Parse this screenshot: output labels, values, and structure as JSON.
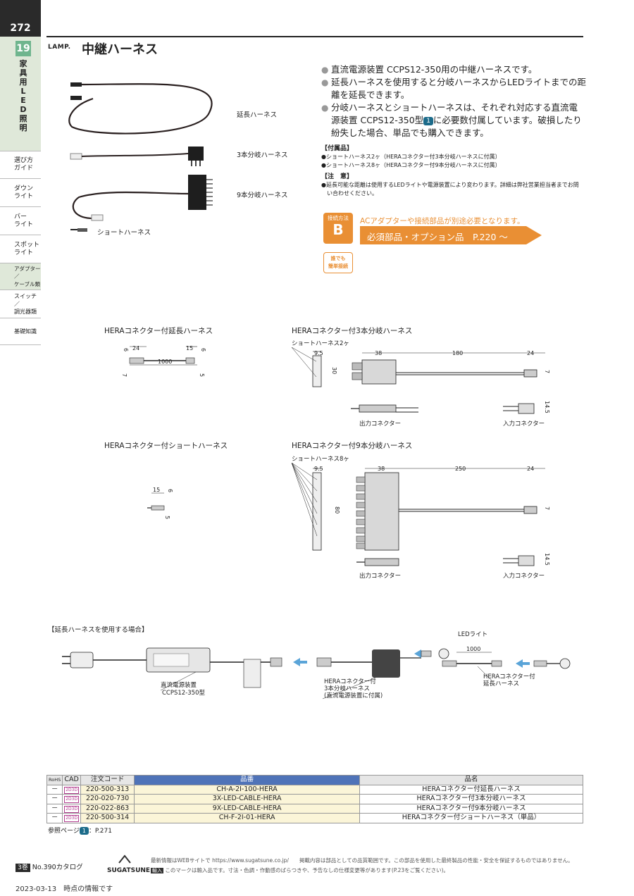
{
  "page": {
    "number": "272"
  },
  "sidebar": {
    "chapter_number": "19",
    "chapter_title": "家具用LED照明",
    "items": [
      {
        "label": "選び方\nガイド"
      },
      {
        "label": "ダウン\nライト"
      },
      {
        "label": "バー\nライト"
      },
      {
        "label": "スポット\nライト"
      },
      {
        "label": "アダプター／\nケーブル類"
      },
      {
        "label": "スイッチ／\n調光器類"
      },
      {
        "label": "基礎知識"
      }
    ]
  },
  "header": {
    "brand": "LAMP.",
    "title": "中継ハーネス"
  },
  "photo": {
    "labels": {
      "extension": "延長ハーネス",
      "three_way": "3本分岐ハーネス",
      "nine_way": "9本分岐ハーネス",
      "short": "ショートハーネス"
    }
  },
  "description": {
    "bullet1": "直流電源装置 CCPS12-350用の中継ハーネスです。",
    "bullet2": "延長ハーネスを使用すると分岐ハーネスからLEDライトまでの距離を延長できます。",
    "bullet3_a": "分岐ハーネスとショートハーネスは、それぞれ対応する直流電源装置 CCPS12-350型",
    "bullet3_ref": "1",
    "bullet3_b": "に必要数付属しています。破損したり紛失した場合、単品でも購入できます。"
  },
  "accessories": {
    "heading": "【付属品】",
    "line1": "●ショートハーネス2ヶ（HERAコネクター付3本分岐ハーネスに付属）",
    "line2": "●ショートハーネス8ヶ（HERAコネクター付9本分岐ハーネスに付属）"
  },
  "caution": {
    "heading": "【注　意】",
    "line1": "●延長可能な距離は使用するLEDライトや電源装置により変わります。詳細は弊社営業担当者までお問",
    "line2": "い合わせください。"
  },
  "connection": {
    "method_label": "接続方法",
    "method_code": "B",
    "easy_label_1": "誰でも",
    "easy_label_2": "簡単接続",
    "note": "ACアダプターや接続部品が別途必要となります。",
    "arrow_text": "必須部品・オプション品　P.220 ～"
  },
  "drawings": {
    "extension": {
      "title": "HERAコネクター付延長ハーネス",
      "d1": "24",
      "d2": "15",
      "d3": "1000",
      "d4": "6",
      "d5": "7",
      "d6": "5"
    },
    "short": {
      "title": "HERAコネクター付ショートハーネス",
      "d1": "15",
      "d2": "6",
      "d3": "5"
    },
    "three_way": {
      "title": "HERAコネクター付3本分岐ハーネス",
      "callout": "ショートハーネス2ヶ",
      "d1": "9.5",
      "d2": "38",
      "d3": "180",
      "d4": "24",
      "d5": "30",
      "d6": "7",
      "d7": "14.5",
      "out": "出力コネクター",
      "in": "入力コネクター"
    },
    "nine_way": {
      "title": "HERAコネクター付9本分岐ハーネス",
      "callout": "ショートハーネス8ヶ",
      "d1": "9.5",
      "d2": "38",
      "d3": "250",
      "d4": "24",
      "d5": "80",
      "d6": "7",
      "d7": "14.5",
      "out": "出力コネクター",
      "in": "入力コネクター"
    }
  },
  "usage": {
    "title": "【延長ハーネスを使用する場合】",
    "led_label": "LEDライト",
    "dim": "1000",
    "psu_1": "直流電源装置",
    "psu_2": "CCPS12-350型",
    "split_1": "HERAコネクター付",
    "split_2": "3本分岐ハーネス",
    "split_3": "(直流電源装置に付属)",
    "ext_1": "HERAコネクター付",
    "ext_2": "延長ハーネス"
  },
  "table": {
    "headers": {
      "rohs": "RoHS",
      "cad": "CAD",
      "code": "注文コード",
      "part": "品番",
      "name": "品名"
    },
    "cad_badge": "2D3D",
    "rows": [
      {
        "rohs": "－",
        "code": "220-500-313",
        "part": "CH-A-2I-100-HERA",
        "name": "HERAコネクター付延長ハーネス"
      },
      {
        "rohs": "－",
        "code": "220-020-730",
        "part": "3X-LED-CABLE-HERA",
        "name": "HERAコネクター付3本分岐ハーネス"
      },
      {
        "rohs": "－",
        "code": "220-022-863",
        "part": "9X-LED-CABLE-HERA",
        "name": "HERAコネクター付9本分岐ハーネス"
      },
      {
        "rohs": "－",
        "code": "220-500-314",
        "part": "CH-F-2I-01-HERA",
        "name": "HERAコネクター付ショートハーネス（単品）"
      }
    ],
    "ref_prefix": "参照ページ",
    "ref_badge": "1",
    "ref_page": "：P.271"
  },
  "footer": {
    "volume": "3巻",
    "catalog": "No.390カタログ",
    "logo": "SUGATSUNE",
    "note1": "最新情報はWEBサイトで https://www.sugatsune.co.jp/　　掲載内容は部品としての品質範囲です。この部品を使用した最終製品の性能・安全を保証するものではありません。",
    "import_badge": "輸入",
    "note2": "このマークは輸入品です。寸法・色調・作動感のばらつきや、予告なしの仕様変更等があります(P.23をご覧ください)。",
    "date": "2023-03-13　時点の情報です"
  }
}
